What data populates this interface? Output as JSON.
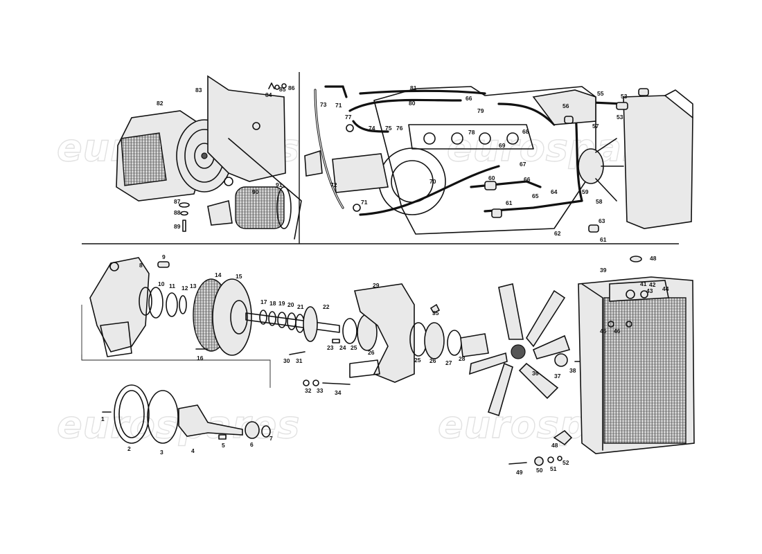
{
  "watermark": "eurospares",
  "watermark_color": "#d8d8d8",
  "line_color": "#111111",
  "callouts": {
    "n1": "1",
    "n2": "2",
    "n3": "3",
    "n4": "4",
    "n5": "5",
    "n6": "6",
    "n7": "7",
    "n8": "8",
    "n9": "9",
    "n10": "10",
    "n11": "11",
    "n12": "12",
    "n13": "13",
    "n14": "14",
    "n15": "15",
    "n16": "16",
    "n17": "17",
    "n18": "18",
    "n19": "19",
    "n20": "20",
    "n21": "21",
    "n22": "22",
    "n23": "23",
    "n24": "24",
    "n25": "25",
    "n26": "26",
    "n27": "27",
    "n28": "28",
    "n29": "29",
    "n30": "30",
    "n31": "31",
    "n32": "32",
    "n33": "33",
    "n34": "34",
    "n35": "35",
    "n36": "36",
    "n37": "37",
    "n38": "38",
    "n39": "39",
    "n41": "41",
    "n42": "42",
    "n43": "43",
    "n44": "44",
    "n45": "45",
    "n46": "46",
    "n48": "48",
    "n49": "49",
    "n50": "50",
    "n51": "51",
    "n52": "52",
    "n53": "53",
    "n55": "55",
    "n56": "56",
    "n57": "57",
    "n58": "58",
    "n59": "59",
    "n60": "60",
    "n61": "61",
    "n62": "62",
    "n63": "63",
    "n64": "64",
    "n65": "65",
    "n66": "66",
    "n67": "67",
    "n68": "68",
    "n69": "69",
    "n70": "70",
    "n71": "71",
    "n72": "72",
    "n73": "73",
    "n74": "74",
    "n75": "75",
    "n76": "76",
    "n77": "77",
    "n78": "78",
    "n79": "79",
    "n80": "80",
    "n81": "81",
    "n82": "82",
    "n83": "83",
    "n84": "84",
    "n85": "85",
    "n86": "86",
    "n87": "87",
    "n88": "88",
    "n89": "89",
    "n90": "90",
    "n91": "91"
  }
}
